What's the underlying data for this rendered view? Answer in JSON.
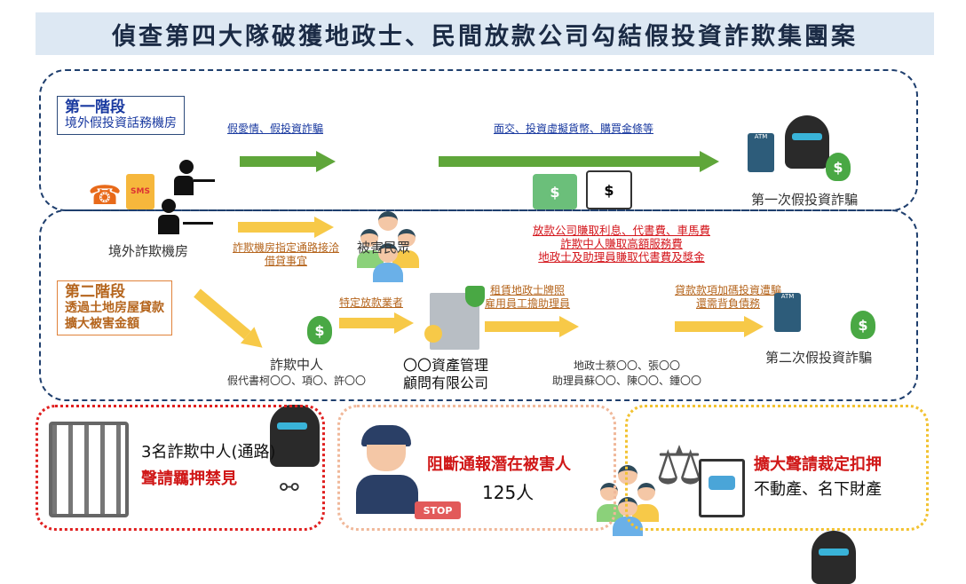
{
  "title": "偵查第四大隊破獲地政士、民間放款公司勾結假投資詐欺集團案",
  "stage1": {
    "heading": "第一階段",
    "sub": "境外假投資話務機房",
    "arrow1_label": "假愛情、假投資詐騙",
    "arrow2_label": "面交、投資虛擬貨幣、購買金條等",
    "end_label": "第一次假投資詐騙"
  },
  "center": {
    "scam_room": "境外詐欺機房",
    "victims": "被害民眾",
    "yellow_label": [
      "詐欺機房指定通路接洽",
      "借貸事宜"
    ],
    "red_notes": [
      "放款公司賺取利息、代書費、車馬費",
      "詐欺中人賺取高額服務費",
      "地政士及助理員賺取代書費及獎金"
    ]
  },
  "stage2": {
    "heading": "第二階段",
    "sub": [
      "透過土地房屋貸款",
      "擴大被害金額"
    ],
    "middleman": "詐欺中人",
    "middleman_names": "假代書柯〇〇、項〇、許〇〇",
    "arrow_a": "特定放款業者",
    "company": [
      "〇〇資產管理",
      "顧問有限公司"
    ],
    "arrow_b": [
      "租賃地政士牌照",
      "雇用員工擔助理員"
    ],
    "staff": [
      "地政士蔡〇〇、張〇〇",
      "助理員蘇〇〇、陳〇〇、鍾〇〇"
    ],
    "arrow_c": [
      "貸款款項加碼投資遭騙",
      "還需背負債務"
    ],
    "end_label": "第二次假投資詐騙"
  },
  "results": [
    {
      "line1": "3名詐欺中人(通路)",
      "line2": "聲請羈押禁見",
      "color": "#e02020"
    },
    {
      "line1": "阻斷通報潛在被害人",
      "line2": "125人",
      "color": "#f0b89a"
    },
    {
      "line1": "擴大聲請裁定扣押",
      "line2": "不動產、名下財產",
      "color": "#f2c230"
    }
  ],
  "icons": {
    "sms": "SMS",
    "atm": "ATM",
    "stop": "STOP",
    "dollar": "$"
  }
}
